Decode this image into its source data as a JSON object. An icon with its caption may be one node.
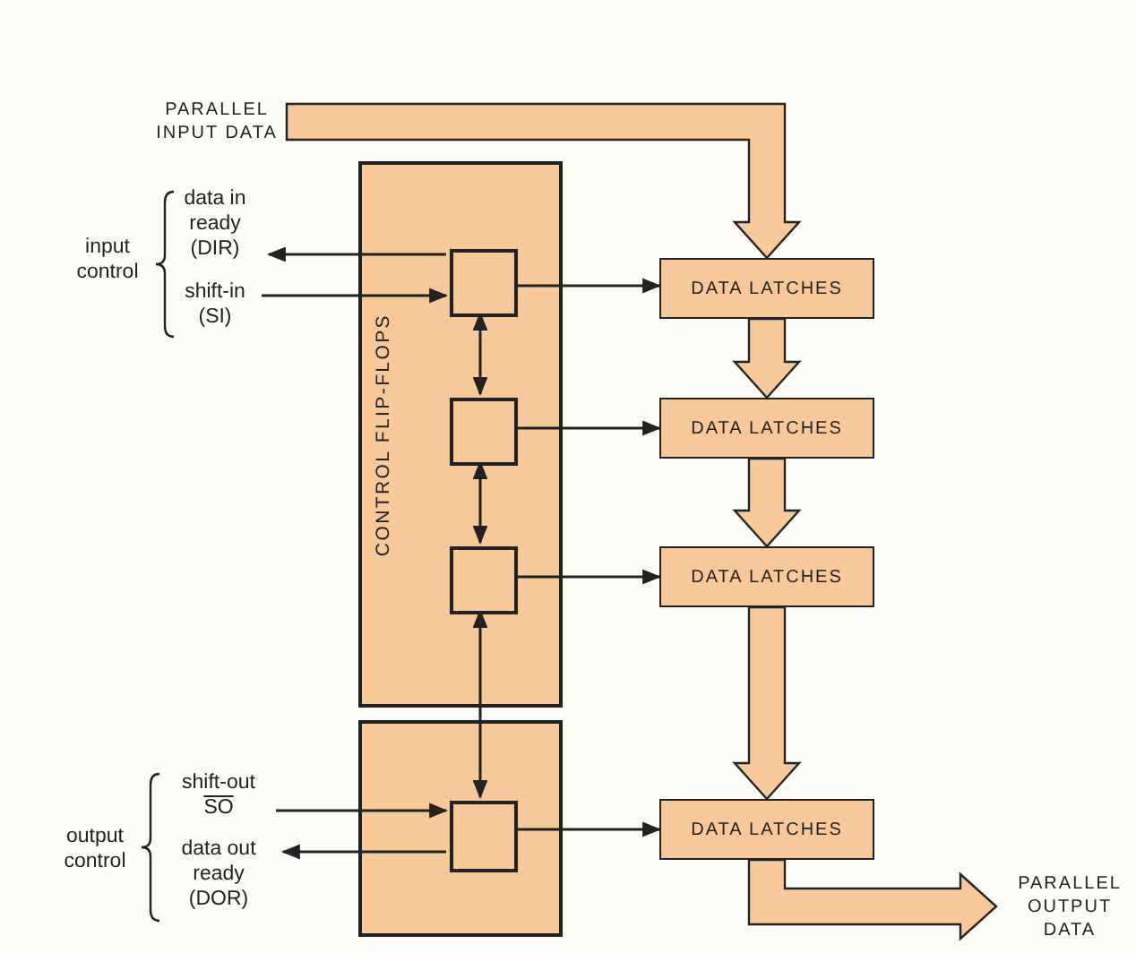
{
  "diagram": {
    "nodes": [
      {
        "text": [
          "PARALLEL INPUT DATA"
        ]
      },
      {
        "text": [
          "CONTROL FLIP-FLOPS"
        ]
      },
      {
        "text": [],
        "shape": "box"
      },
      {
        "text": [],
        "shape": "box",
        "in": 1
      },
      {
        "text": [],
        "shape": "box",
        "in": 1
      },
      {
        "text": [],
        "shape": "box",
        "in": 1
      },
      {
        "text": [],
        "shape": "box",
        "in": 2
      },
      {
        "text": [
          "DATA LATCHES"
        ]
      },
      {
        "text": [
          "DATA LATCHES"
        ]
      },
      {
        "text": [
          "DATA LATCHES"
        ]
      },
      {
        "text": [
          "DATA LATCHES"
        ]
      },
      {
        "text": [
          "data in ready (DIR)"
        ]
      },
      {
        "text": [
          "shift-in (SI)"
        ]
      },
      {
        "text": [
          "shift-out",
          "SO"
        ]
      },
      {
        "text": [
          "data out ready (DOR)"
        ]
      },
      {
        "text": [
          "PARALLEL OUTPUT DATA"
        ]
      }
    ],
    "edges": [
      {
        "from": 0,
        "to": 7,
        "arrow": "to",
        "style": "thick"
      },
      {
        "from": 7,
        "to": 8,
        "arrow": "to",
        "style": "thick"
      },
      {
        "from": 8,
        "to": 9,
        "arrow": "to",
        "style": "thick"
      },
      {
        "from": 9,
        "to": 10,
        "arrow": "to",
        "style": "thick"
      },
      {
        "from": 10,
        "to": 15,
        "arrow": "to",
        "style": "thick"
      },
      {
        "from": 3,
        "to": 11,
        "arrow": "to"
      },
      {
        "from": 12,
        "to": 3,
        "arrow": "to"
      },
      {
        "from": 3,
        "to": 4,
        "arrow": "both"
      },
      {
        "from": 4,
        "to": 5,
        "arrow": "both"
      },
      {
        "from": 5,
        "to": 6,
        "arrow": "both"
      },
      {
        "from": 13,
        "to": 6,
        "arrow": "to"
      },
      {
        "from": 6,
        "to": 14,
        "arrow": "to"
      },
      {
        "from": 3,
        "to": 7,
        "arrow": "to"
      },
      {
        "from": 4,
        "to": 8,
        "arrow": "to"
      },
      {
        "from": 5,
        "to": 9,
        "arrow": "to"
      },
      {
        "from": 6,
        "to": 10,
        "arrow": "to"
      }
    ],
    "labels": [
      "input control",
      "output control"
    ]
  }
}
